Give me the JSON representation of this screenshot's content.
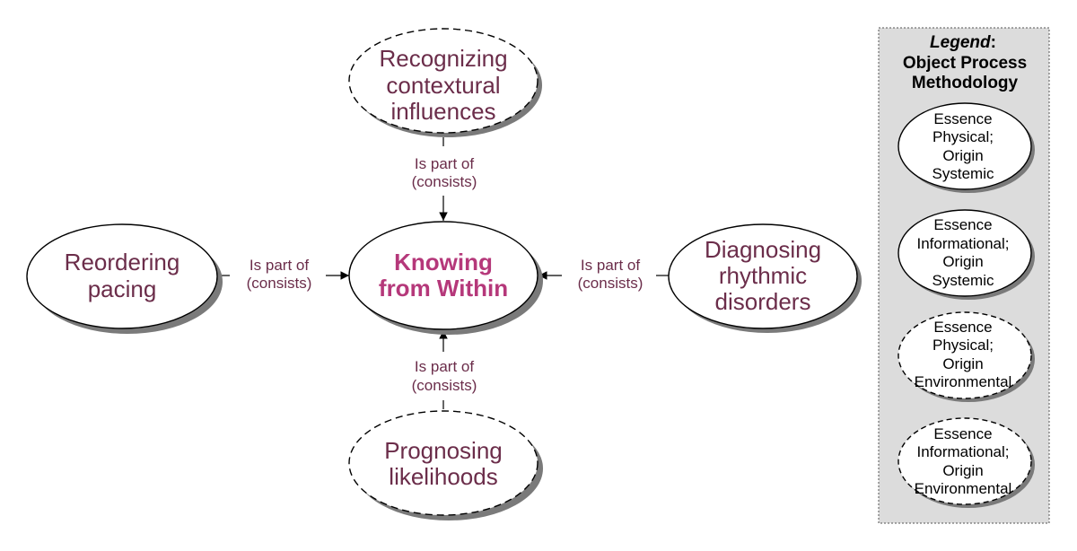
{
  "center": {
    "lines": [
      "Knowing",
      "from Within"
    ]
  },
  "nodes": {
    "top": {
      "lines": [
        "Recognizing",
        "contextural",
        "influences"
      ],
      "style": "dashed"
    },
    "left": {
      "lines": [
        "Reordering",
        "pacing"
      ],
      "style": "solid"
    },
    "right": {
      "lines": [
        "Diagnosing",
        "rhythmic",
        "disorders"
      ],
      "style": "solid"
    },
    "bottom": {
      "lines": [
        "Prognosing",
        "likelihoods"
      ],
      "style": "dashed"
    }
  },
  "relation": {
    "lines": [
      "Is part of",
      "(consists)"
    ]
  },
  "legend": {
    "title_italic": "Legend",
    "title_colon": ":",
    "subtitle_lines": [
      "Object Process",
      "Methodology"
    ],
    "items": [
      {
        "lines": [
          "Essence",
          "Physical;",
          "Origin",
          "Systemic"
        ],
        "style": "solid"
      },
      {
        "lines": [
          "Essence",
          "Informational;",
          "Origin",
          "Systemic"
        ],
        "style": "solid"
      },
      {
        "lines": [
          "Essence",
          "Physical;",
          "Origin",
          "Environmental"
        ],
        "style": "dashed"
      },
      {
        "lines": [
          "Essence",
          "Informational;",
          "Origin",
          "Environmental"
        ],
        "style": "dashed"
      }
    ]
  },
  "colors": {
    "node_text": "#6b2d4a",
    "center_text": "#b5387a",
    "shadow": "#7a7a7a",
    "legend_bg": "#dcdcdc"
  }
}
